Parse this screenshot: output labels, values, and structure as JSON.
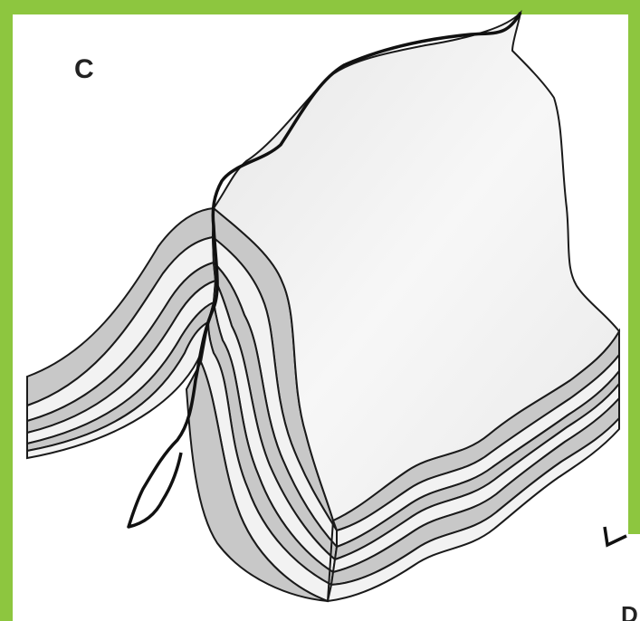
{
  "figure": {
    "panel_label": "C",
    "edge_label": "D",
    "colors": {
      "frame": "#8dc63f",
      "layer_dark": "#c8c8c8",
      "layer_light": "#f4f4f4",
      "surface": "#ededed",
      "stroke": "#1a1a1a"
    },
    "layers": {
      "alternating": [
        "dark",
        "light",
        "dark",
        "light",
        "dark",
        "light",
        "dark"
      ]
    }
  }
}
